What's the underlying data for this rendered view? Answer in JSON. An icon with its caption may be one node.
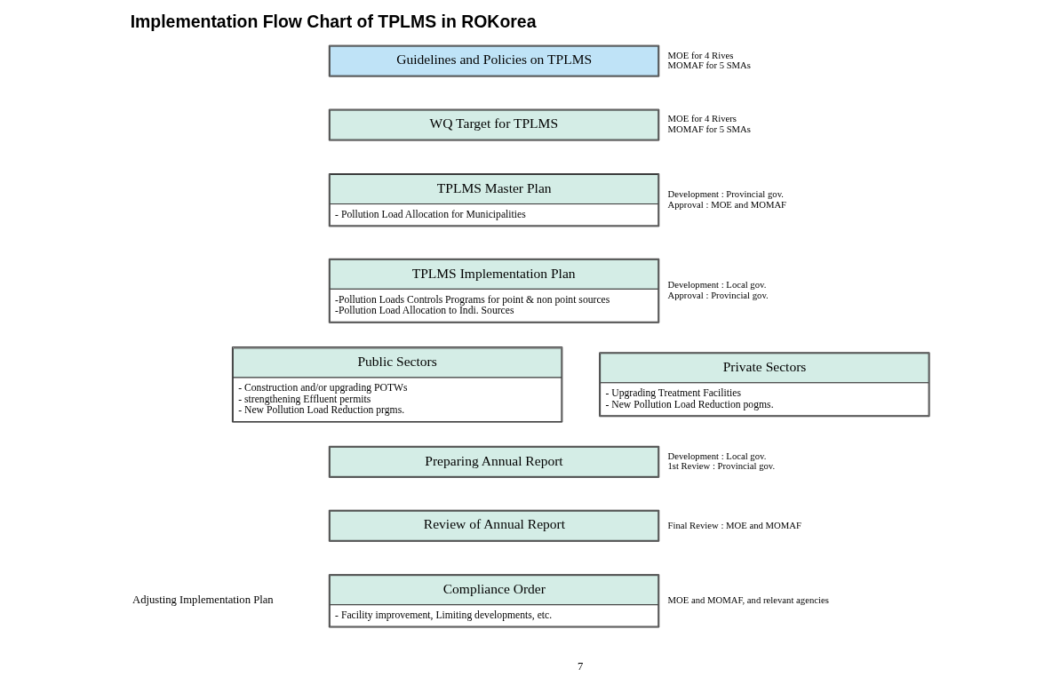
{
  "diagram": {
    "title": "Implementation Flow Chart of TPLMS in ROKorea",
    "nodes": [
      {
        "text": [
          "Guidelines and Policies on TPLMS"
        ],
        "beside": [
          "MOE for 4 Rives",
          "MOMAF for 5 SMAs"
        ]
      },
      {
        "text": [
          "WQ Target for TPLMS"
        ],
        "beside": [
          "MOE for 4 Rivers",
          "MOMAF for 5 SMAs"
        ]
      },
      {
        "text": [
          "TPLMS Master Plan",
          "- Pollution Load Allocation for Municipalities"
        ],
        "beside": [
          "Development : Provincial gov.",
          "Approval : MOE and MOMAF"
        ]
      },
      {
        "text": [
          "TPLMS Implementation Plan",
          "-Pollution Loads Controls Programs for point & non point sources",
          "-Pollution Load Allocation to Indi. Sources"
        ],
        "beside": [
          "Development : Local gov.",
          "Approval : Provincial gov."
        ]
      },
      {
        "text": [
          "Public Sectors",
          "- Construction and/or upgrading POTWs",
          "- strengthening Effluent permits",
          "- New Pollution Load Reduction prgms."
        ]
      },
      {
        "text": [
          "Private Sectors",
          "- Upgrading Treatment Facilities",
          "- New Pollution Load Reduction pogms."
        ]
      },
      {
        "text": [
          "Preparing Annual Report"
        ],
        "beside": [
          "Development : Local gov.",
          "1st Review : Provincial gov."
        ]
      },
      {
        "text": [
          "Review of Annual Report"
        ],
        "beside": [
          "Final Review : MOE and MOMAF"
        ]
      },
      {
        "text": [
          "Compliance Order",
          "- Facility improvement, Limiting developments, etc."
        ],
        "beside": [
          "MOE and MOMAF, and relevant agencies"
        ]
      }
    ],
    "edges": [],
    "labels": [
      "Adjusting Implementation Plan",
      "7"
    ]
  }
}
